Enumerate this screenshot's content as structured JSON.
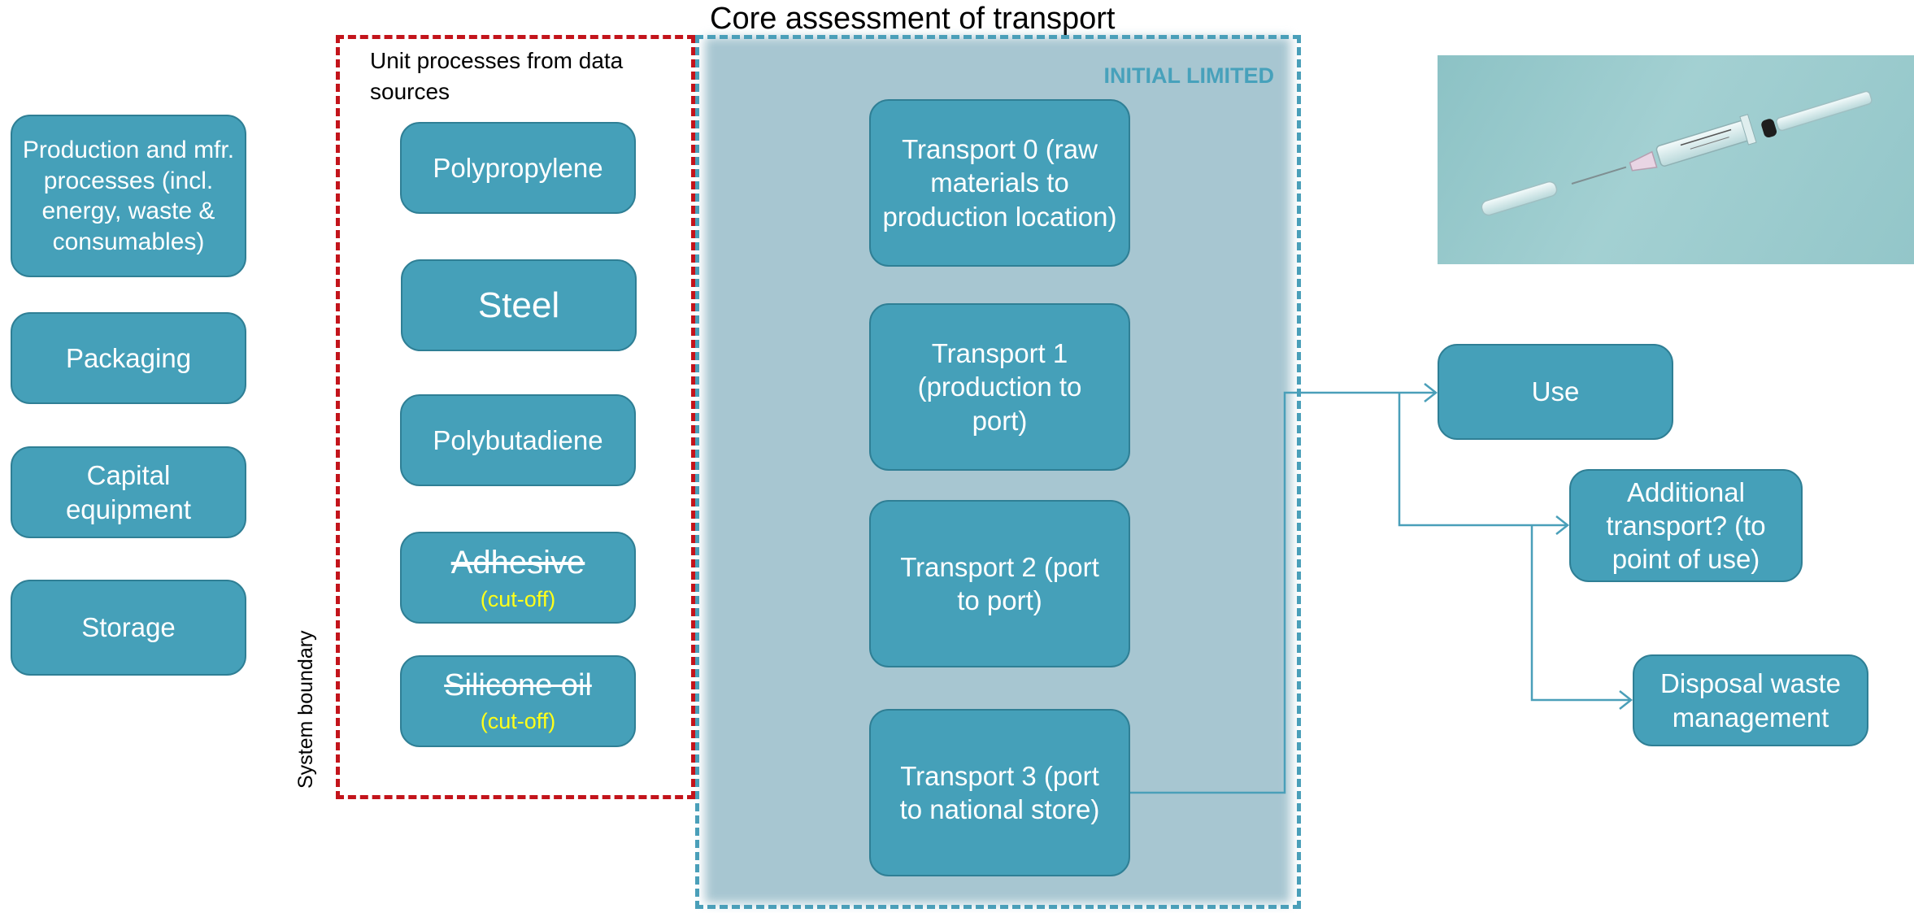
{
  "title": "Core assessment of transport",
  "initial_limited": "INITIAL LIMITED",
  "unit_processes_label": "Unit processes from data sources",
  "system_boundary_label": "System boundary",
  "left_boxes": [
    "Production and mfr. processes (incl. energy, waste  & consumables)",
    "Packaging",
    "Capital equipment",
    "Storage"
  ],
  "unit_processes": [
    {
      "label": "Polypropylene"
    },
    {
      "label": "Steel"
    },
    {
      "label": "Polybutadiene"
    },
    {
      "label": "Adhesive",
      "note": "(cut-off)"
    },
    {
      "label": "Silicone oil",
      "note": "(cut-off)"
    }
  ],
  "transport_boxes": [
    "Transport 0 (raw materials to production location)",
    "Transport 1 (production to port)",
    "Transport 2 (port to port)",
    "Transport 3 (port to national store)"
  ],
  "downstream_boxes": [
    "Use",
    "Additional transport? (to point of use)",
    "Disposal waste management"
  ],
  "photo": "syringe-image",
  "colors": {
    "box_fill": "#45a0b9",
    "box_border": "#2f7f95",
    "red_boundary": "#c3141b",
    "teal_boundary": "#4a9fb9",
    "shaded_region": "#a7c6d1",
    "cutoff_text": "#ffff1a",
    "arrow": "#4a9fb9"
  }
}
